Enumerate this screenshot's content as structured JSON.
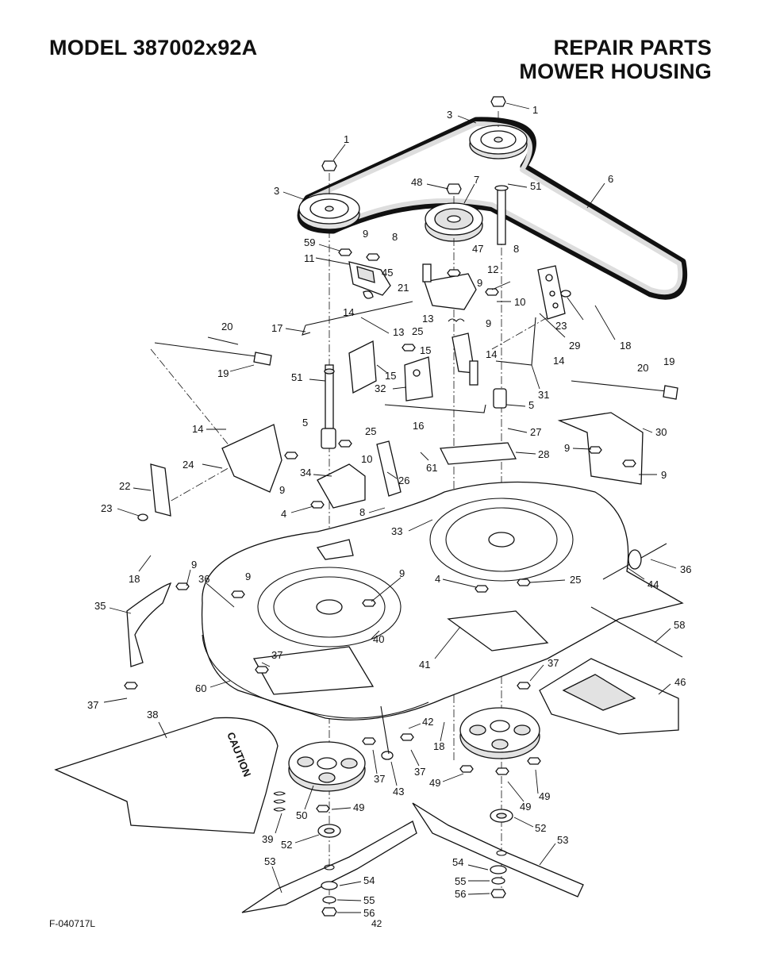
{
  "header": {
    "model_title": "MODEL 387002x92A",
    "repair_title": "REPAIR PARTS",
    "repair_subtitle": "MOWER HOUSING"
  },
  "footer": {
    "figure_code": "F-040717L",
    "page_number": "42"
  },
  "decal_text": "CAUTION",
  "callouts": [
    {
      "id": "c1a",
      "label": "1"
    },
    {
      "id": "c3a",
      "label": "3"
    },
    {
      "id": "c1b",
      "label": "1"
    },
    {
      "id": "c48",
      "label": "48"
    },
    {
      "id": "c7",
      "label": "7"
    },
    {
      "id": "c51a",
      "label": "51"
    },
    {
      "id": "c6",
      "label": "6"
    },
    {
      "id": "c3b",
      "label": "3"
    },
    {
      "id": "c59",
      "label": "59"
    },
    {
      "id": "c9a",
      "label": "9"
    },
    {
      "id": "c8a",
      "label": "8"
    },
    {
      "id": "c47",
      "label": "47"
    },
    {
      "id": "c8b",
      "label": "8"
    },
    {
      "id": "c11",
      "label": "11"
    },
    {
      "id": "c45",
      "label": "45"
    },
    {
      "id": "c9b",
      "label": "9"
    },
    {
      "id": "c12",
      "label": "12"
    },
    {
      "id": "c21",
      "label": "21"
    },
    {
      "id": "c10a",
      "label": "10"
    },
    {
      "id": "c14a",
      "label": "14"
    },
    {
      "id": "c13a",
      "label": "13"
    },
    {
      "id": "c9c",
      "label": "9"
    },
    {
      "id": "c23a",
      "label": "23"
    },
    {
      "id": "c18a",
      "label": "18"
    },
    {
      "id": "c20a",
      "label": "20"
    },
    {
      "id": "c17",
      "label": "17"
    },
    {
      "id": "c13b",
      "label": "13"
    },
    {
      "id": "c25a",
      "label": "25"
    },
    {
      "id": "c29",
      "label": "29"
    },
    {
      "id": "c15a",
      "label": "15"
    },
    {
      "id": "c14b",
      "label": "14"
    },
    {
      "id": "c14c",
      "label": "14"
    },
    {
      "id": "c19a",
      "label": "19"
    },
    {
      "id": "c20b",
      "label": "20"
    },
    {
      "id": "c19b",
      "label": "19"
    },
    {
      "id": "c51b",
      "label": "51"
    },
    {
      "id": "c15b",
      "label": "15"
    },
    {
      "id": "c32",
      "label": "32"
    },
    {
      "id": "c31",
      "label": "31"
    },
    {
      "id": "c5a",
      "label": "5"
    },
    {
      "id": "c16",
      "label": "16"
    },
    {
      "id": "c14d",
      "label": "14"
    },
    {
      "id": "c5b",
      "label": "5"
    },
    {
      "id": "c25b",
      "label": "25"
    },
    {
      "id": "c27",
      "label": "27"
    },
    {
      "id": "c30",
      "label": "30"
    },
    {
      "id": "c24",
      "label": "24"
    },
    {
      "id": "c61",
      "label": "61"
    },
    {
      "id": "c28",
      "label": "28"
    },
    {
      "id": "c9d",
      "label": "9"
    },
    {
      "id": "c9e",
      "label": "9"
    },
    {
      "id": "c10b",
      "label": "10"
    },
    {
      "id": "c34",
      "label": "34"
    },
    {
      "id": "c26",
      "label": "26"
    },
    {
      "id": "c22",
      "label": "22"
    },
    {
      "id": "c9f",
      "label": "9"
    },
    {
      "id": "c23b",
      "label": "23"
    },
    {
      "id": "c4a",
      "label": "4"
    },
    {
      "id": "c8c",
      "label": "8"
    },
    {
      "id": "c33",
      "label": "33"
    },
    {
      "id": "c18b",
      "label": "18"
    },
    {
      "id": "c9g",
      "label": "9"
    },
    {
      "id": "c36a",
      "label": "36"
    },
    {
      "id": "c9h",
      "label": "9"
    },
    {
      "id": "c9i",
      "label": "9"
    },
    {
      "id": "c4b",
      "label": "4"
    },
    {
      "id": "c25c",
      "label": "25"
    },
    {
      "id": "c36b",
      "label": "36"
    },
    {
      "id": "c44",
      "label": "44"
    },
    {
      "id": "c35",
      "label": "35"
    },
    {
      "id": "c58",
      "label": "58"
    },
    {
      "id": "c40",
      "label": "40"
    },
    {
      "id": "c37a",
      "label": "37"
    },
    {
      "id": "c41",
      "label": "41"
    },
    {
      "id": "c37b",
      "label": "37"
    },
    {
      "id": "c60",
      "label": "60"
    },
    {
      "id": "c46",
      "label": "46"
    },
    {
      "id": "c37c",
      "label": "37"
    },
    {
      "id": "c38",
      "label": "38"
    },
    {
      "id": "c42",
      "label": "42"
    },
    {
      "id": "c18c",
      "label": "18"
    },
    {
      "id": "c37d",
      "label": "37"
    },
    {
      "id": "c37e",
      "label": "37"
    },
    {
      "id": "c49a",
      "label": "49"
    },
    {
      "id": "c43",
      "label": "43"
    },
    {
      "id": "c49b",
      "label": "49"
    },
    {
      "id": "c50",
      "label": "50"
    },
    {
      "id": "c49c",
      "label": "49"
    },
    {
      "id": "c49d",
      "label": "49"
    },
    {
      "id": "c39",
      "label": "39"
    },
    {
      "id": "c52a",
      "label": "52"
    },
    {
      "id": "c52b",
      "label": "52"
    },
    {
      "id": "c53a",
      "label": "53"
    },
    {
      "id": "c53b",
      "label": "53"
    },
    {
      "id": "c54a",
      "label": "54"
    },
    {
      "id": "c54b",
      "label": "54"
    },
    {
      "id": "c55a",
      "label": "55"
    },
    {
      "id": "c55b",
      "label": "55"
    },
    {
      "id": "c56a",
      "label": "56"
    },
    {
      "id": "c56b",
      "label": "56"
    }
  ]
}
